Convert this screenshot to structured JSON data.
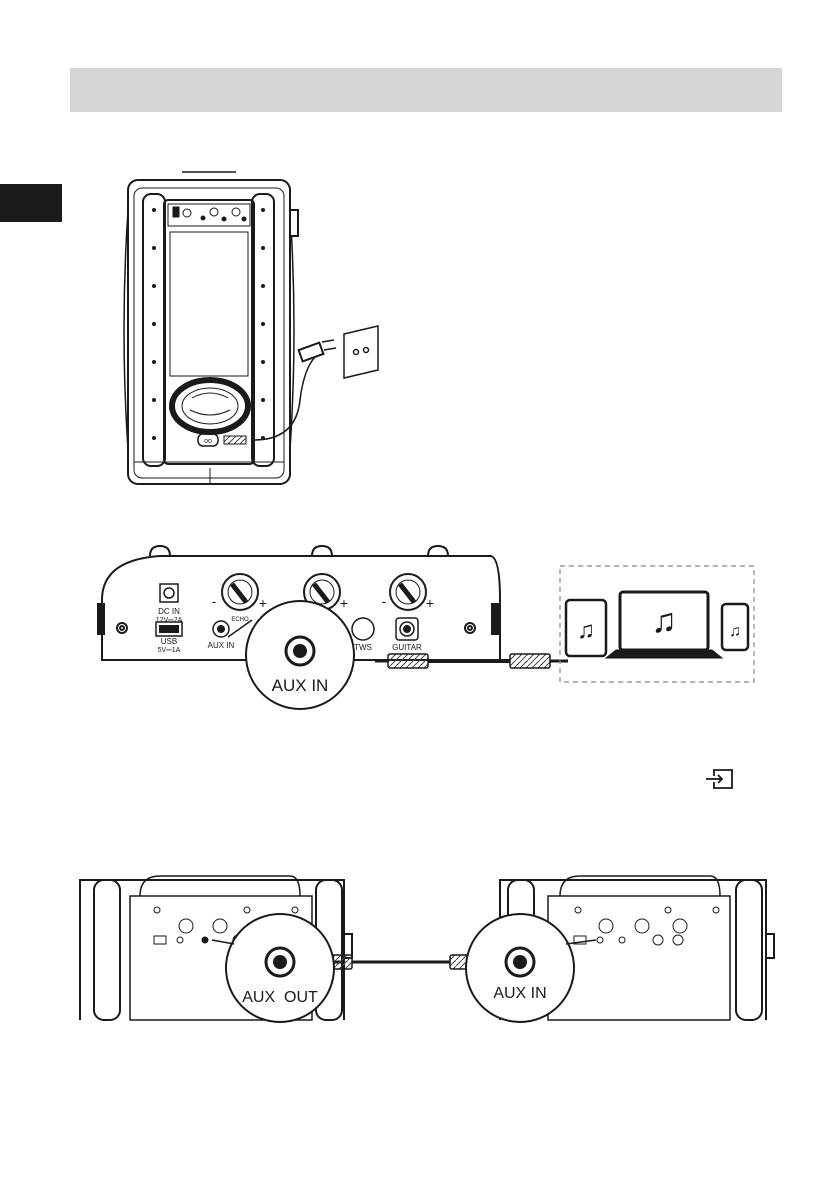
{
  "page": {
    "header_band_color": "#d6d6d6",
    "side_tab_color": "#1a1a1a"
  },
  "speaker_front": {
    "power_outlet_icon": "wall-socket-icon",
    "plug_icon": "power-plug-icon",
    "led_ring_icon": "led-ring-icon"
  },
  "control_panel": {
    "dc_in_label": "DC IN",
    "dc_in_rating": "12V⎓2A",
    "usb_label": "USB",
    "usb_rating": "5V⎓1A",
    "aux_in_label": "AUX IN",
    "echo_label": "ECHO",
    "tws_label": "TWS",
    "guitar_label": "GUITAR",
    "knob_minus": "-",
    "knob_plus": "+",
    "zoom_label": "AUX IN"
  },
  "devices": {
    "tablet_icon": "music-note-icon",
    "laptop_icon": "music-note-icon",
    "phone_icon": "music-note-icon"
  },
  "input_source_icon": "input-source-icon",
  "tws_link": {
    "left_zoom_label": "AUX  OUT",
    "right_zoom_label": "AUX IN"
  }
}
